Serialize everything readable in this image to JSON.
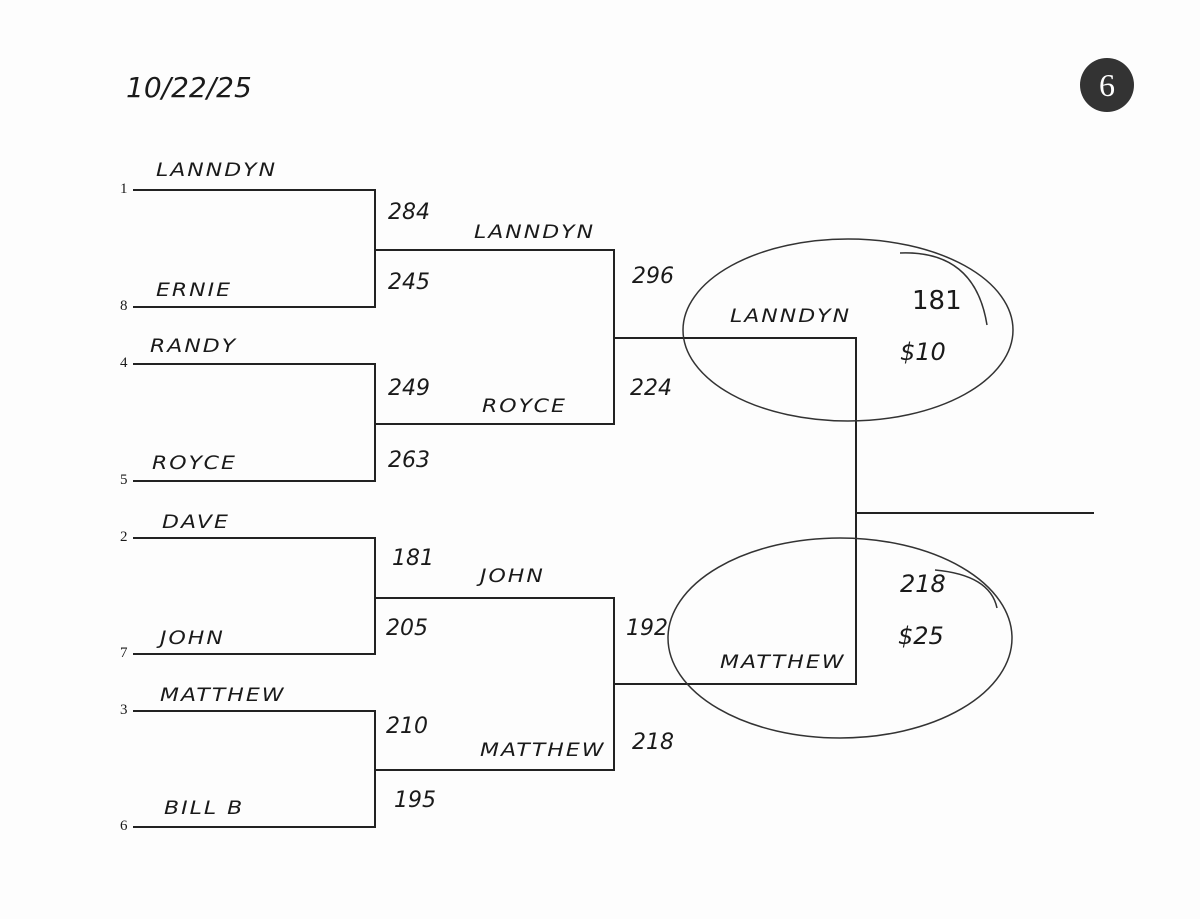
{
  "date": "10/22/25",
  "page_badge": "6",
  "round1": [
    {
      "seed": "1",
      "name": "Lanndyn"
    },
    {
      "seed": "8",
      "name": "Ernie"
    },
    {
      "seed": "4",
      "name": "Randy"
    },
    {
      "seed": "5",
      "name": "Royce"
    },
    {
      "seed": "2",
      "name": "Dave"
    },
    {
      "seed": "7",
      "name": "John"
    },
    {
      "seed": "3",
      "name": "Matthew"
    },
    {
      "seed": "6",
      "name": "Bill B"
    }
  ],
  "round1_scores": [
    "284",
    "245",
    "249",
    "263",
    "181",
    "205",
    "210",
    "195"
  ],
  "round2": [
    "Lanndyn",
    "Royce",
    "John",
    "Matthew"
  ],
  "round2_scores": [
    "296",
    "224",
    "192",
    "218"
  ],
  "round3": [
    "Lanndyn",
    "Matthew"
  ],
  "final_notes": [
    {
      "score": "181",
      "prize": "$10"
    },
    {
      "score": "218",
      "prize": "$25"
    }
  ]
}
